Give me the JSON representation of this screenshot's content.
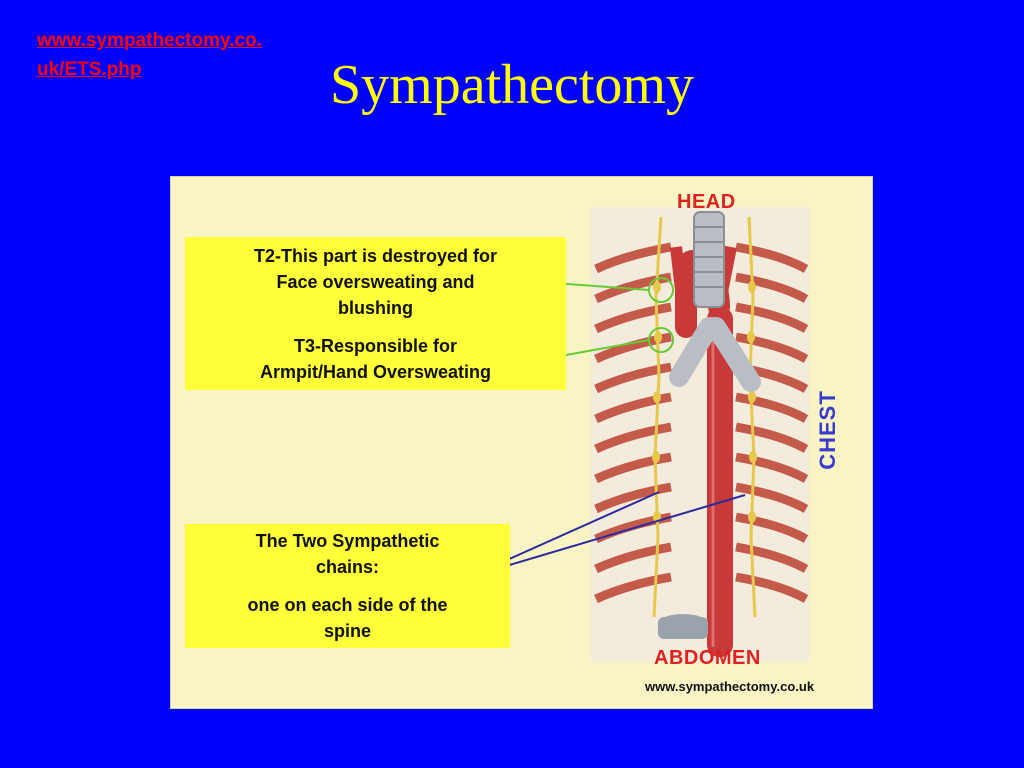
{
  "link": {
    "text": "www.sympathectomy.co.uk/ETS.php"
  },
  "title": "Sympathectomy",
  "figure": {
    "label_head": "HEAD",
    "label_chest": "CHEST",
    "label_abdomen": "ABDOMEN",
    "watermark": "www.sympathectomy.co.uk",
    "callout_top": {
      "line1": "T2-This part is destroyed for",
      "line2": "Face oversweating and",
      "line3": "blushing",
      "line4": "T3-Responsible for",
      "line5": "Armpit/Hand Oversweating"
    },
    "callout_bottom": {
      "line1": "The Two Sympathetic",
      "line2": "chains:",
      "line3": "one on each side of the",
      "line4": "spine"
    }
  },
  "colors": {
    "background": "#0000ff",
    "title": "#ffff00",
    "link": "#ff0000",
    "figure_bg": "#f8f4c4",
    "callout_bg": "#ffff3a",
    "head_abdomen_label": "#dd2222",
    "chest_label": "#3a3ad0",
    "pointer_green": "#66cc33",
    "pointer_blue": "#2a2aa0"
  }
}
